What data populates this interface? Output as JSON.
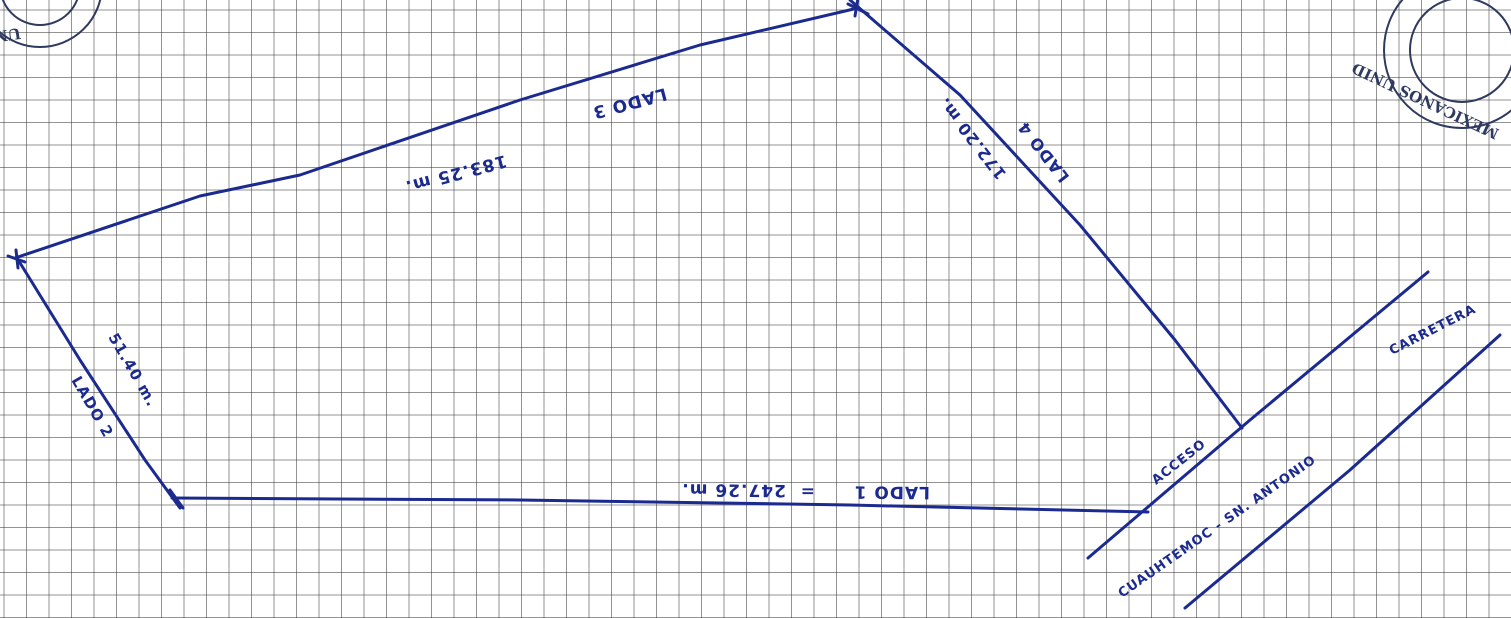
{
  "sides": {
    "side_1_label": "LADO 1",
    "side_1_length": "247.26 m.",
    "side_2_label": "LADO 2",
    "side_2_length": "51.40 m.",
    "side_3_label": "LADO 3",
    "side_3_length": "183.25 m.",
    "side_4_label": "LADO 4",
    "side_4_length": "172.20 m."
  },
  "access_label": "ACCESO",
  "road_label_1": "CARRETERA",
  "road_label_2": "CUAUHTEMOC - SN. ANTONIO",
  "seals": {
    "left_seal_text": "UNIDOS ME",
    "right_seal_text": "MEXICANOS UNID"
  }
}
